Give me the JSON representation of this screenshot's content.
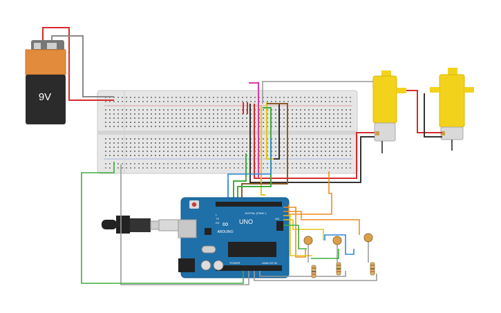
{
  "battery": {
    "label": "9V"
  },
  "arduino": {
    "brand": "ARDUINO",
    "model": "UNO",
    "digital_label": "DIGITAL (PWM~)",
    "power_label": "POWER",
    "analog_label": "ANALOG IN",
    "tx_label": "TX",
    "rx_label": "RX",
    "l_label": "L",
    "on_label": "ON"
  },
  "components": {
    "breadboard": "breadboard",
    "motors": [
      "motor-left",
      "motor-right"
    ],
    "photoresistors": [
      "ldr-1",
      "ldr-2",
      "ldr-3"
    ],
    "resistors": [
      "resistor-1",
      "resistor-2",
      "resistor-3"
    ],
    "usb": "usb-cable"
  },
  "colors": {
    "wire_red": "#d62a2a",
    "wire_black": "#333333",
    "wire_green": "#3cae3c",
    "wire_orange": "#f08a1c",
    "wire_yellow": "#e8c21a",
    "wire_blue": "#2a8ad6",
    "wire_pink": "#d83aa0",
    "wire_brown": "#8a5a2a",
    "wire_gray": "#9a9a9a",
    "arduino_board": "#1f6fa8",
    "motor_yellow": "#f2d21a",
    "battery_orange": "#e38b3c"
  }
}
